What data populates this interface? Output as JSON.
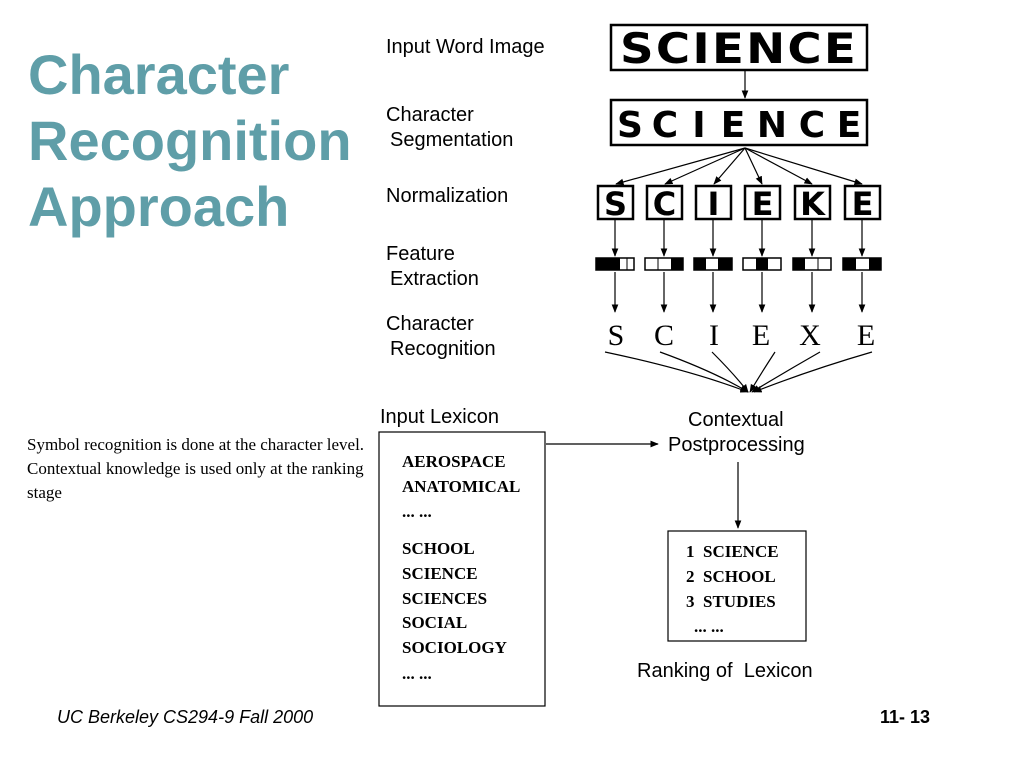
{
  "title_lines": [
    "Character",
    "Recognition",
    "Approach"
  ],
  "body": {
    "line1": "Symbol recognition is done at the character level.",
    "line2": "Contextual knowledge is used only at the ranking stage"
  },
  "footer": {
    "left": "UC Berkeley CS294-9 Fall 2000",
    "right": "11- 13"
  },
  "diagram": {
    "stages": {
      "input_word_image": "Input Word Image",
      "char_segmentation_1": "Character",
      "char_segmentation_2": "Segmentation",
      "normalization": "Normalization",
      "feature_extraction_1": "Feature",
      "feature_extraction_2": "Extraction",
      "char_recognition_1": "Character",
      "char_recognition_2": "Recognition",
      "input_lexicon": "Input Lexicon",
      "contextual_1": "Contextual",
      "contextual_2": "Postprocessing",
      "ranking": "Ranking of  Lexicon"
    },
    "word_image_text": "SCIENCE",
    "segmented_glyphs": [
      "S",
      "C",
      "I",
      "E",
      "N",
      "C",
      "E"
    ],
    "normalized_glyphs": [
      "S",
      "C",
      "I",
      "E",
      "K",
      "E"
    ],
    "recognized_letters": [
      "S",
      "C",
      "I",
      "E",
      "X",
      "E"
    ],
    "lexicon_top": [
      "AEROSPACE",
      "ANATOMICAL",
      "... ..."
    ],
    "lexicon_bottom": [
      "SCHOOL",
      "SCIENCE",
      "SCIENCES",
      "SOCIAL",
      "SOCIOLOGY",
      "... ..."
    ],
    "ranking_items": [
      "1  SCIENCE",
      "2  SCHOOL",
      "3  STUDIES",
      "... ..."
    ]
  }
}
